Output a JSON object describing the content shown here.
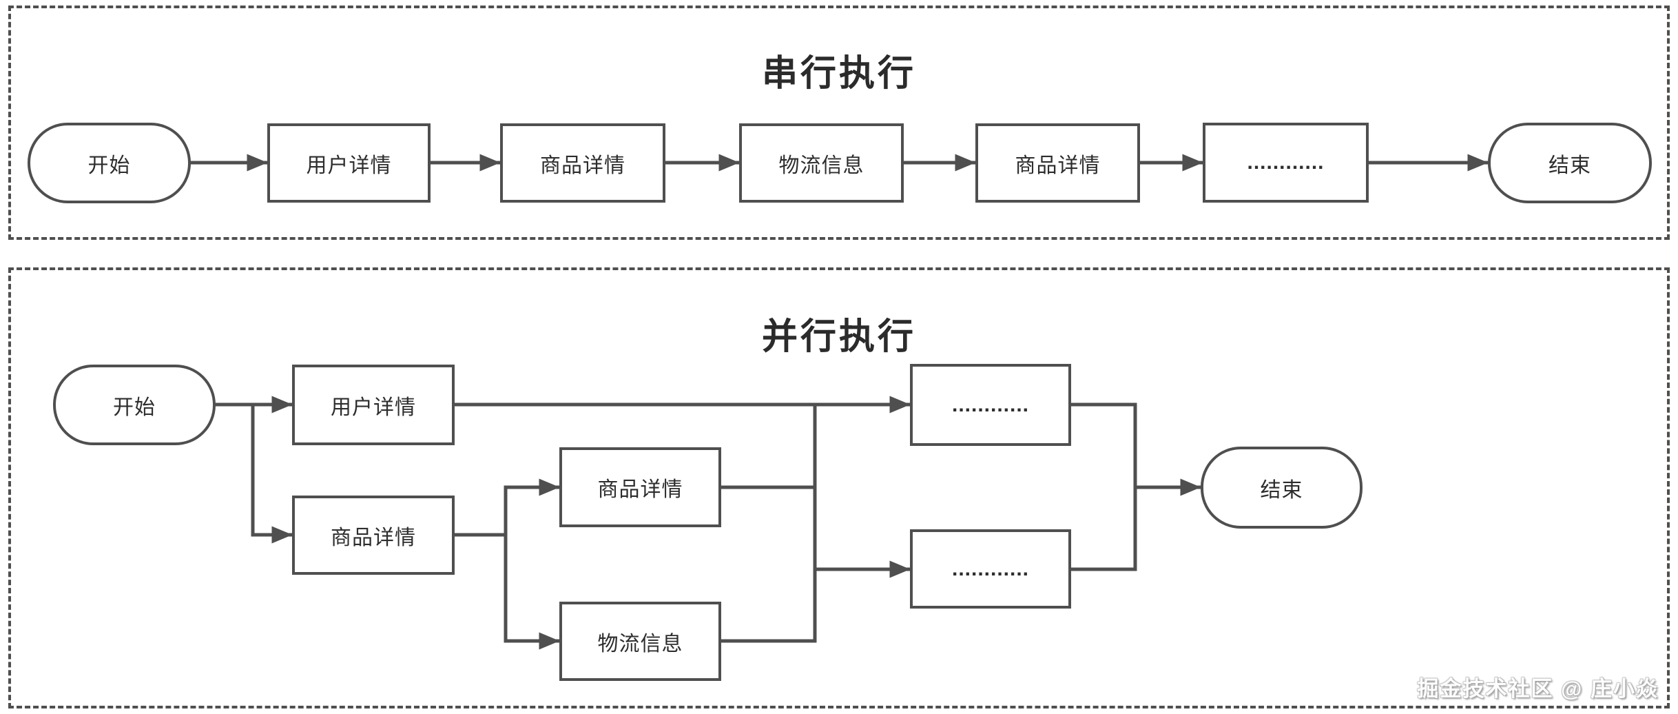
{
  "colors": {
    "stroke": "#4f4f4f",
    "text": "#2d2d2d",
    "background": "#ffffff",
    "watermark_text": "#fdfdfd",
    "watermark_shadow": "#9e9e9e"
  },
  "sections": {
    "serial": {
      "title": "串行执行",
      "nodes": {
        "start": {
          "label": "开始",
          "shape": "stadium"
        },
        "user_detail": {
          "label": "用户详情",
          "shape": "rect"
        },
        "product_detail_1": {
          "label": "商品详情",
          "shape": "rect"
        },
        "logistics": {
          "label": "物流信息",
          "shape": "rect"
        },
        "product_detail_2": {
          "label": "商品详情",
          "shape": "rect"
        },
        "more": {
          "label": "............",
          "shape": "rect"
        },
        "end": {
          "label": "结束",
          "shape": "stadium"
        }
      }
    },
    "parallel": {
      "title": "并行执行",
      "nodes": {
        "start": {
          "label": "开始",
          "shape": "stadium"
        },
        "user_detail": {
          "label": "用户详情",
          "shape": "rect"
        },
        "product_detail_1": {
          "label": "商品详情",
          "shape": "rect"
        },
        "product_detail_2": {
          "label": "商品详情",
          "shape": "rect"
        },
        "logistics": {
          "label": "物流信息",
          "shape": "rect"
        },
        "more_top": {
          "label": "............",
          "shape": "rect"
        },
        "more_bottom": {
          "label": "............",
          "shape": "rect"
        },
        "end": {
          "label": "结束",
          "shape": "stadium"
        }
      }
    }
  },
  "watermark": {
    "text": "掘金技术社区 @ 庄小焱"
  }
}
